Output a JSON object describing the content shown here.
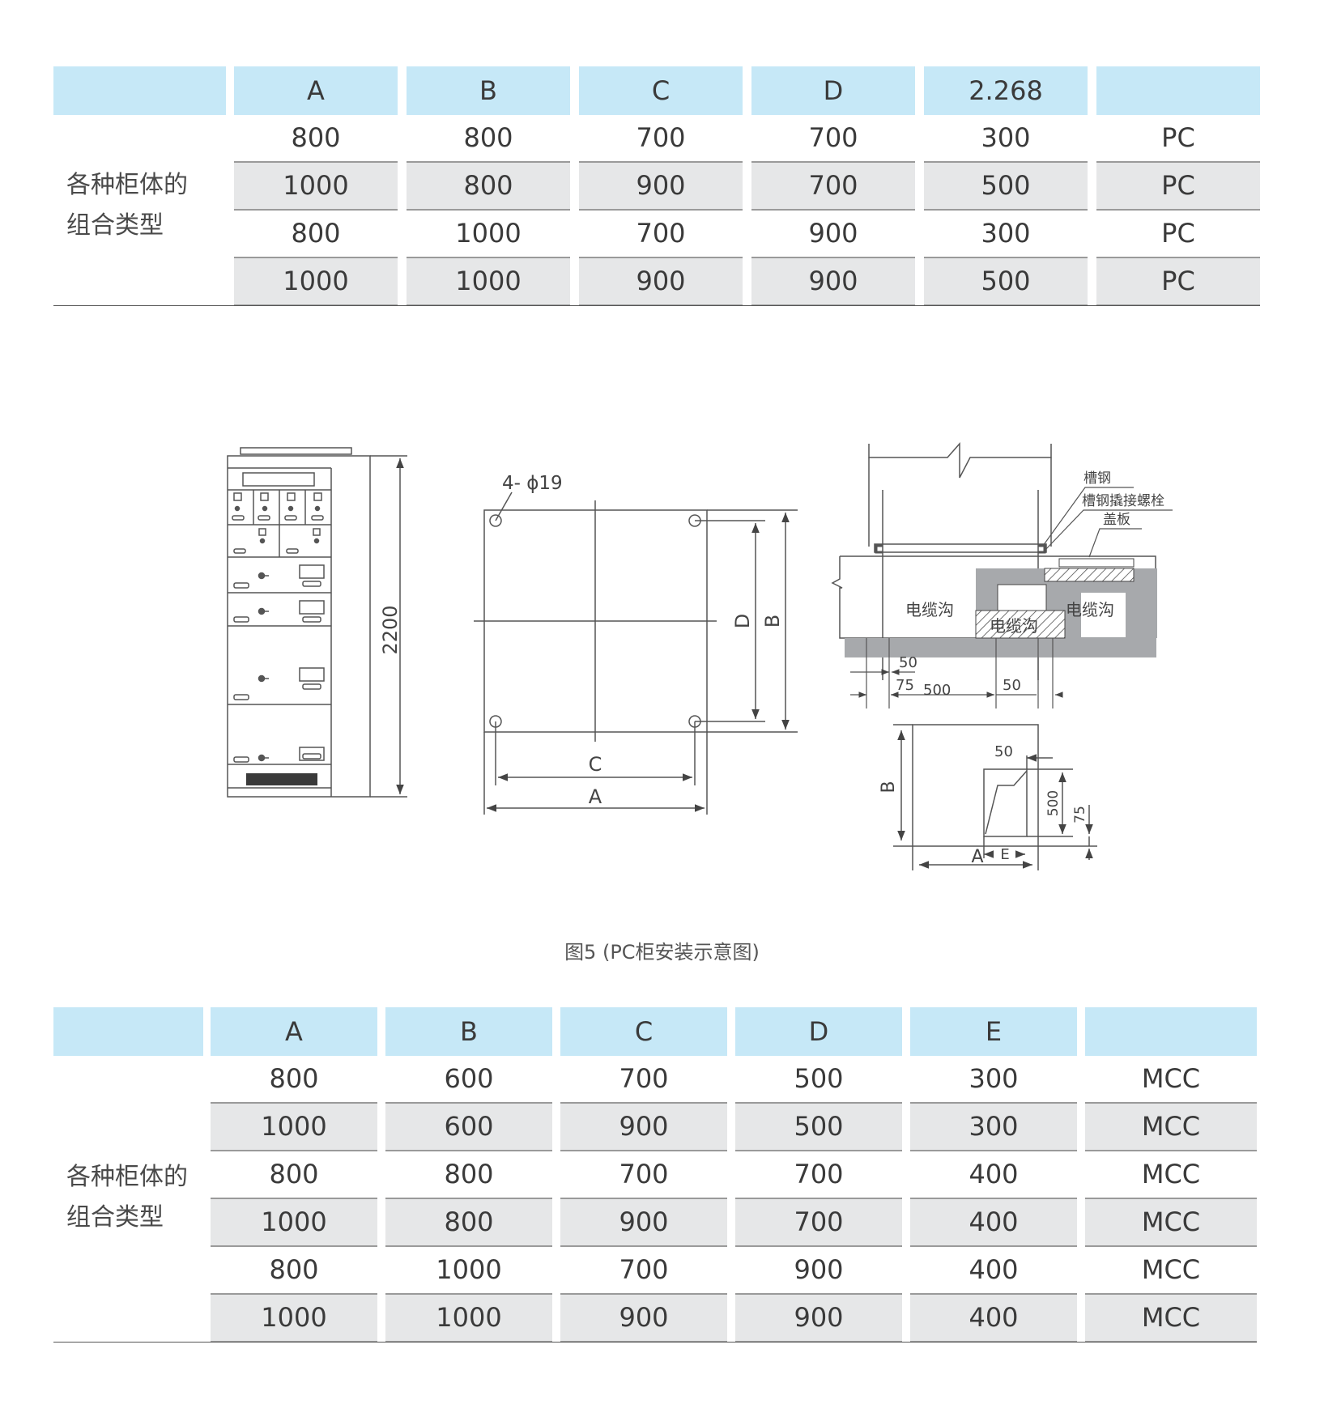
{
  "table1": {
    "headers": [
      "",
      "A",
      "B",
      "C",
      "D",
      "2.268",
      ""
    ],
    "row_label": [
      "各种柜体的",
      "组合类型"
    ],
    "rows": [
      [
        "800",
        "800",
        "700",
        "700",
        "300",
        "PC"
      ],
      [
        "1000",
        "800",
        "900",
        "700",
        "500",
        "PC"
      ],
      [
        "800",
        "1000",
        "700",
        "900",
        "300",
        "PC"
      ],
      [
        "1000",
        "1000",
        "900",
        "900",
        "500",
        "PC"
      ]
    ]
  },
  "figure": {
    "caption": "图5 (PC柜安装示意图)",
    "height_label": "2200",
    "holes_label": "4- ϕ19",
    "dim_a": "A",
    "dim_b": "B",
    "dim_c": "C",
    "dim_d": "D",
    "dim_e": "E",
    "label_channel_steel": "槽钢",
    "label_bolt": "槽钢撬接螺栓",
    "label_cover": "盖板",
    "label_trench": "电缆沟",
    "dim_50": "50",
    "dim_75": "75",
    "dim_500": "500"
  },
  "table2": {
    "headers": [
      "",
      "A",
      "B",
      "C",
      "D",
      "E",
      ""
    ],
    "row_label": [
      "各种柜体的",
      "组合类型"
    ],
    "rows": [
      [
        "800",
        "600",
        "700",
        "500",
        "300",
        "MCC"
      ],
      [
        "1000",
        "600",
        "900",
        "500",
        "300",
        "MCC"
      ],
      [
        "800",
        "800",
        "700",
        "700",
        "400",
        "MCC"
      ],
      [
        "1000",
        "800",
        "900",
        "700",
        "400",
        "MCC"
      ],
      [
        "800",
        "1000",
        "700",
        "900",
        "400",
        "MCC"
      ],
      [
        "1000",
        "1000",
        "900",
        "900",
        "400",
        "MCC"
      ]
    ]
  },
  "colors": {
    "header_bg": "#c6e8f7",
    "shaded_row_bg": "#e6e7e8",
    "trench_gray": "#a7a9ac"
  }
}
